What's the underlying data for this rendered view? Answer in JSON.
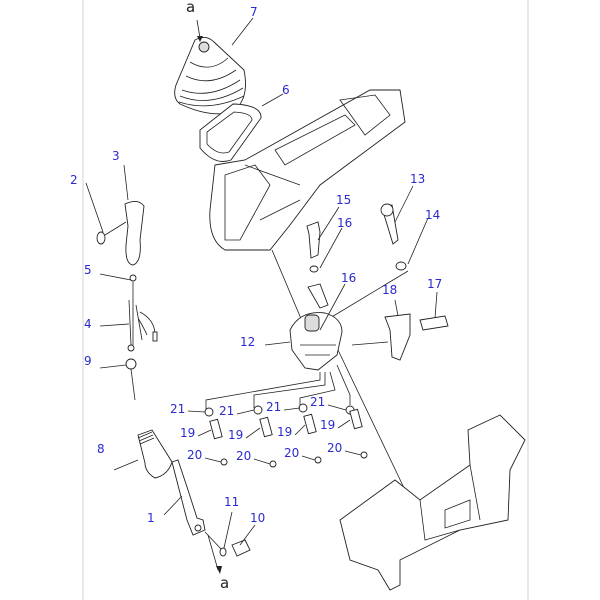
{
  "diagram": {
    "reference_marks": [
      "a",
      "a"
    ],
    "callouts": {
      "p1": "1",
      "p2": "2",
      "p3": "3",
      "p4": "4",
      "p5": "5",
      "p6": "6",
      "p7": "7",
      "p8": "8",
      "p9": "9",
      "p10": "10",
      "p11": "11",
      "p12": "12",
      "p13": "13",
      "p14": "14",
      "p15": "15",
      "p16a": "16",
      "p16b": "16",
      "p17": "17",
      "p18": "18",
      "p19": [
        "19",
        "19",
        "19",
        "19"
      ],
      "p20": [
        "20",
        "20",
        "20",
        "20"
      ],
      "p21": [
        "21",
        "21",
        "21",
        "21"
      ]
    }
  }
}
